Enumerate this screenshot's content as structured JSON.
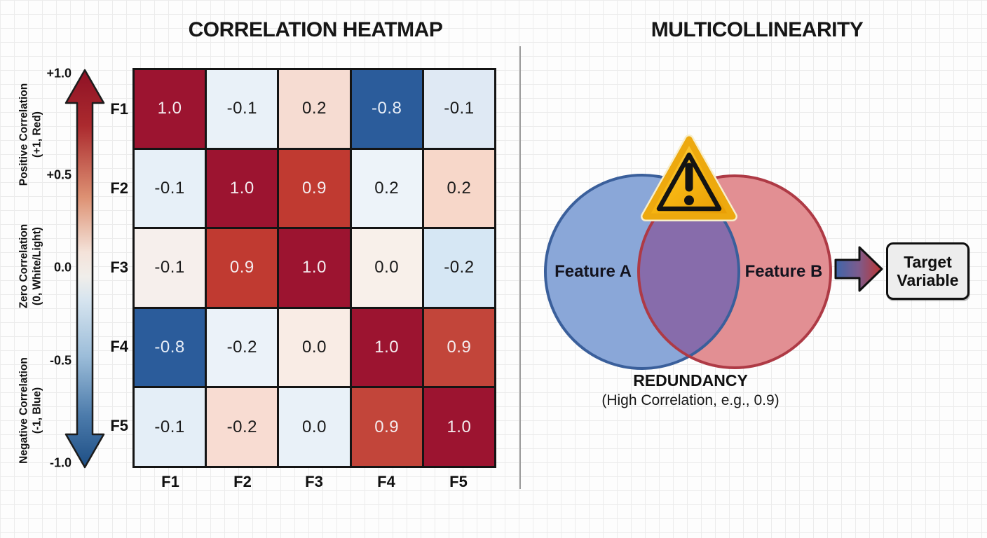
{
  "canvas": {
    "bg": "#fdfdfd",
    "grid_color": "#ececec"
  },
  "left_panel": {
    "title": "CORRELATION HEATMAP",
    "colorbar": {
      "ticks": [
        "+1.0",
        "+0.5",
        "0.0",
        "-0.5",
        "-1.0"
      ],
      "segment_labels": [
        {
          "line1": "Positive Correlation",
          "line2": "(+1, Red)"
        },
        {
          "line1": "Zero Correlation",
          "line2": "(0, White/Light)"
        },
        {
          "line1": "Negative Correlation",
          "line2": "(-1, Blue)"
        }
      ],
      "top_color": "#8e1125",
      "mid_color": "#f5efe9",
      "bottom_color": "#1d4e85"
    }
  },
  "chart_data": {
    "type": "heatmap",
    "title": "CORRELATION HEATMAP",
    "rows": [
      "F1",
      "F2",
      "F3",
      "F4",
      "F5"
    ],
    "cols": [
      "F1",
      "F2",
      "F3",
      "F4",
      "F5"
    ],
    "values": [
      [
        1.0,
        -0.1,
        0.2,
        -0.8,
        -0.1
      ],
      [
        -0.1,
        1.0,
        0.9,
        0.2,
        0.2
      ],
      [
        -0.1,
        0.9,
        1.0,
        0.0,
        -0.2
      ],
      [
        -0.8,
        -0.2,
        0.0,
        1.0,
        0.9
      ],
      [
        -0.1,
        -0.2,
        0.0,
        0.9,
        1.0
      ]
    ],
    "value_labels": [
      [
        "1.0",
        "-0.1",
        "0.2",
        "-0.8",
        "-0.1"
      ],
      [
        "-0.1",
        "1.0",
        "0.9",
        "0.2",
        "0.2"
      ],
      [
        "-0.1",
        "0.9",
        "1.0",
        "0.0",
        "-0.2"
      ],
      [
        "-0.8",
        "-0.2",
        "0.0",
        "1.0",
        "0.9"
      ],
      [
        "-0.1",
        "-0.2",
        "0.0",
        "0.9",
        "1.0"
      ]
    ],
    "cell_styles": [
      [
        "background:#9c1430;color:#f4ebee",
        "background:#e9f1f8;color:#1b1b1b",
        "background:#f6dcd2;color:#1b1b1b",
        "background:#2b5c9b;color:#e8eef7",
        "background:#dfe9f4;color:#1b1b1b"
      ],
      [
        "background:#e7f0f8;color:#1b1b1b",
        "background:#9c1430;color:#f4ebee",
        "background:#c03a31;color:#f4ebee",
        "background:#edf3f9;color:#1b1b1b",
        "background:#f7d7c9;color:#1b1b1b"
      ],
      [
        "background:#f6efec;color:#1b1b1b",
        "background:#c03a31;color:#f4ebee",
        "background:#9c1430;color:#f4ebee",
        "background:#f8f0ea;color:#1b1b1b",
        "background:#d6e7f4;color:#1b1b1b"
      ],
      [
        "background:#2b5c9b;color:#e8eef7",
        "background:#ebf2f9;color:#1b1b1b",
        "background:#f9ece5;color:#1b1b1b",
        "background:#9c1430;color:#f4ebee",
        "background:#c2453a;color:#f4ebee"
      ],
      [
        "background:#e4eef7;color:#1b1b1b",
        "background:#f8dcd2;color:#1b1b1b",
        "background:#e9f1f8;color:#1b1b1b",
        "background:#c2453a;color:#f4ebee",
        "background:#9c1430;color:#f4ebee"
      ]
    ],
    "colorscale": {
      "positive_color": "#9c1430",
      "zero_color": "#f7f0ec",
      "negative_color": "#2b5c9b",
      "range": [
        -1,
        1
      ]
    }
  },
  "right_panel": {
    "title": "MULTICOLLINEARITY",
    "venn": {
      "feature_a": "Feature A",
      "feature_b": "Feature B",
      "a_fill": "#8aa7d8",
      "a_stroke": "#3a5f9b",
      "b_fill": "#e28f93",
      "b_stroke": "#ae3a45",
      "overlap_fill": "#876cab",
      "warning_color": "#f2ac0d"
    },
    "caption_title": "REDUNDANCY",
    "caption_subtitle": "(High Correlation, e.g., 0.9)",
    "target_box": {
      "line1": "Target",
      "line2": "Variable"
    }
  }
}
